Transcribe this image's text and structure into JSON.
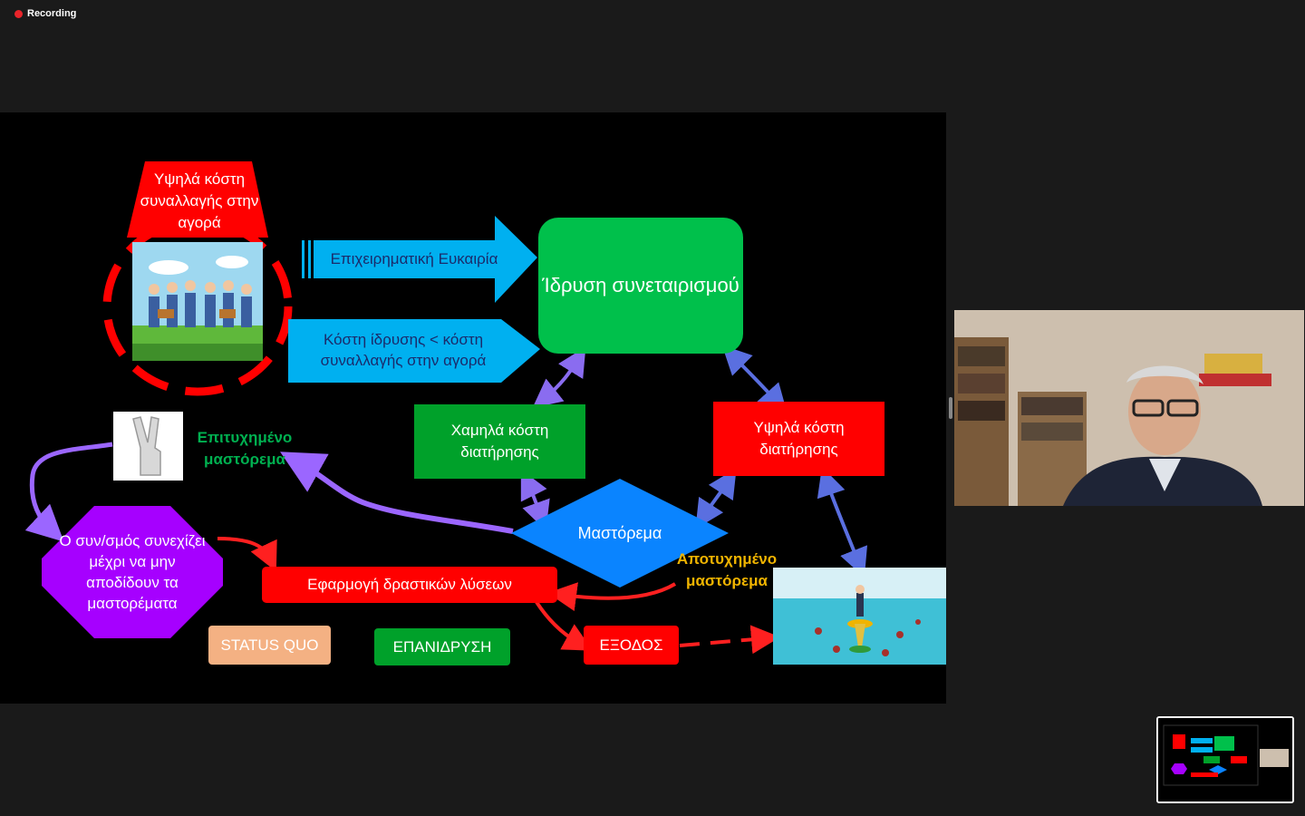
{
  "recording": {
    "label": "Recording"
  },
  "slide": {
    "top_trapezoid": "Υψηλά κόστη συναλλαγής στην αγορά",
    "arrow_opportunity": "Επιχειρηματική Ευκαιρία",
    "arrow_costs": "Κόστη ίδρυσης < κόστη συναλλαγής στην αγορά",
    "founding_box": "Ίδρυση συνεταιρισμού",
    "low_costs_box": "Χαμηλά κόστη διατήρησης",
    "high_costs_box": "Υψηλά κόστη διατήρησης",
    "successful_label": "Επιτυχημένο μαστόρεμα",
    "failed_label": "Αποτυχημένο μαστόρεμα",
    "diamond": "Μαστόρεμα",
    "octagon": "Ο συν/σμός συνεχίζει μέχρι να μην αποδίδουν τα μαστορέματα",
    "drastic_box": "Εφαρμογή δραστικών λύσεων",
    "status_quo": "STATUS QUO",
    "refounding": "ΕΠΑΝΙΔΡΥΣΗ",
    "exit": "ΕΞΟΔΟΣ"
  },
  "colors": {
    "red": "#ff0000",
    "blue": "#00b0f0",
    "green": "#00b050",
    "dark_green": "#00a12a",
    "purple": "#a600ff",
    "orange": "#f4b183",
    "diamond_blue": "#0a84ff",
    "gold": "#f0b400"
  }
}
